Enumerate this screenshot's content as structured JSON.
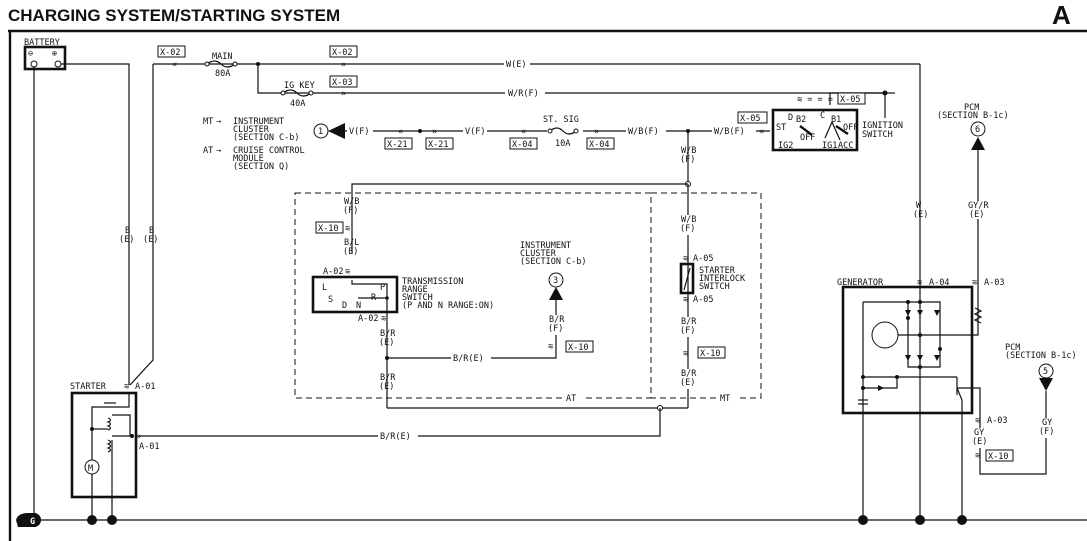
{
  "title": "CHARGING SYSTEM/STARTING SYSTEM",
  "section_letter": "A",
  "components": {
    "battery": {
      "label": "BATTERY",
      "neg": "⊖",
      "pos": "⊕"
    },
    "main_fuse": {
      "label": "MAIN",
      "rating": "80A"
    },
    "ig_key_fuse": {
      "label": "IG KEY",
      "rating": "40A"
    },
    "st_sig_fuse": {
      "label": "ST. SIG",
      "rating": "10A"
    },
    "ignition_switch": {
      "label1": "IGNITION",
      "label2": "SWITCH",
      "terminals": [
        "D",
        "B2",
        "C",
        "B1",
        "ST",
        "OFF",
        "OFF",
        "IG2",
        "IG1",
        "ACC"
      ]
    },
    "transmission_range_switch": {
      "label1": "TRANSMISSION",
      "label2": "RANGE",
      "label3": "SWITCH",
      "label4": "(P AND N RANGE:ON)",
      "positions": [
        "L",
        "S",
        "D",
        "N",
        "R",
        "P"
      ]
    },
    "starter_interlock_switch": {
      "label1": "STARTER",
      "label2": "INTERLOCK",
      "label3": "SWITCH"
    },
    "starter": {
      "label": "STARTER",
      "motor": "M"
    },
    "generator": {
      "label": "GENERATOR"
    },
    "ground": {
      "symbol": "G"
    }
  },
  "connectors": {
    "x02a": "X-02",
    "x02b": "X-02",
    "x03": "X-03",
    "x05a": "X-05",
    "x05b": "X-05",
    "x21a": "X-21",
    "x21b": "X-21",
    "x04a": "X-04",
    "x04b": "X-04",
    "x10a": "X-10",
    "x10b": "X-10",
    "x10c": "X-10",
    "x10d": "X-10",
    "a02top": "A-02",
    "a02bot": "A-02",
    "a05top": "A-05",
    "a05bot": "A-05",
    "a01top": "A-01",
    "a01side": "A-01",
    "a04": "A-04",
    "a03top": "A-03",
    "a03bot": "A-03"
  },
  "wires": {
    "we_main": "W(E)",
    "wrf": "W/R(F)",
    "vf1": "V(F)",
    "vf2": "V(F)",
    "wbf1": "W/B(F)",
    "wbf2": "W/B(F)",
    "wb_f_mid_1": "W/B",
    "wb_f_mid_2": "(F)",
    "wb_at_1": "W/B",
    "wb_at_2": "(F)",
    "bl_1": "B/L",
    "bl_2": "(E)",
    "br_e1_1": "B/R",
    "br_e1_2": "(E)",
    "br_e_h": "B/R(E)",
    "br_e2_1": "B/R",
    "br_e2_2": "(E)",
    "br_f_ic_1": "B/R",
    "br_f_ic_2": "(F)",
    "wb_mt_1": "W/B",
    "wb_mt_2": "(F)",
    "br_mt_f_1": "B/R",
    "br_mt_f_2": "(F)",
    "br_mt_e_1": "B/R",
    "br_mt_e_2": "(E)",
    "b1_1": "B",
    "b1_2": "(E)",
    "b2_1": "B",
    "b2_2": "(E)",
    "br_bottom": "B/R(E)",
    "w_gen_1": "W",
    "w_gen_2": "(E)",
    "gyr_1": "GY/R",
    "gyr_2": "(E)",
    "gy_e_1": "GY",
    "gy_e_2": "(E)",
    "gy_f_1": "GY",
    "gy_f_2": "(F)"
  },
  "refs": {
    "mt_prefix": "MT",
    "mt_line1": "INSTRUMENT",
    "mt_line2": "CLUSTER",
    "mt_line3": "(SECTION C-b)",
    "at_prefix": "AT",
    "at_line1": "CRUISE CONTROL",
    "at_line2": "MODULE",
    "at_line3": "(SECTION Q)",
    "ref1": "1",
    "ic_line1": "INSTRUMENT",
    "ic_line2": "CLUSTER",
    "ic_line3": "(SECTION C-b)",
    "ref3": "3",
    "pcm6_line1": "PCM",
    "pcm6_line2": "(SECTION B-1c)",
    "ref6": "6",
    "pcm5_line1": "PCM",
    "pcm5_line2": "(SECTION B-1c)",
    "ref5": "5"
  },
  "regions": {
    "at": "AT",
    "mt": "MT"
  }
}
